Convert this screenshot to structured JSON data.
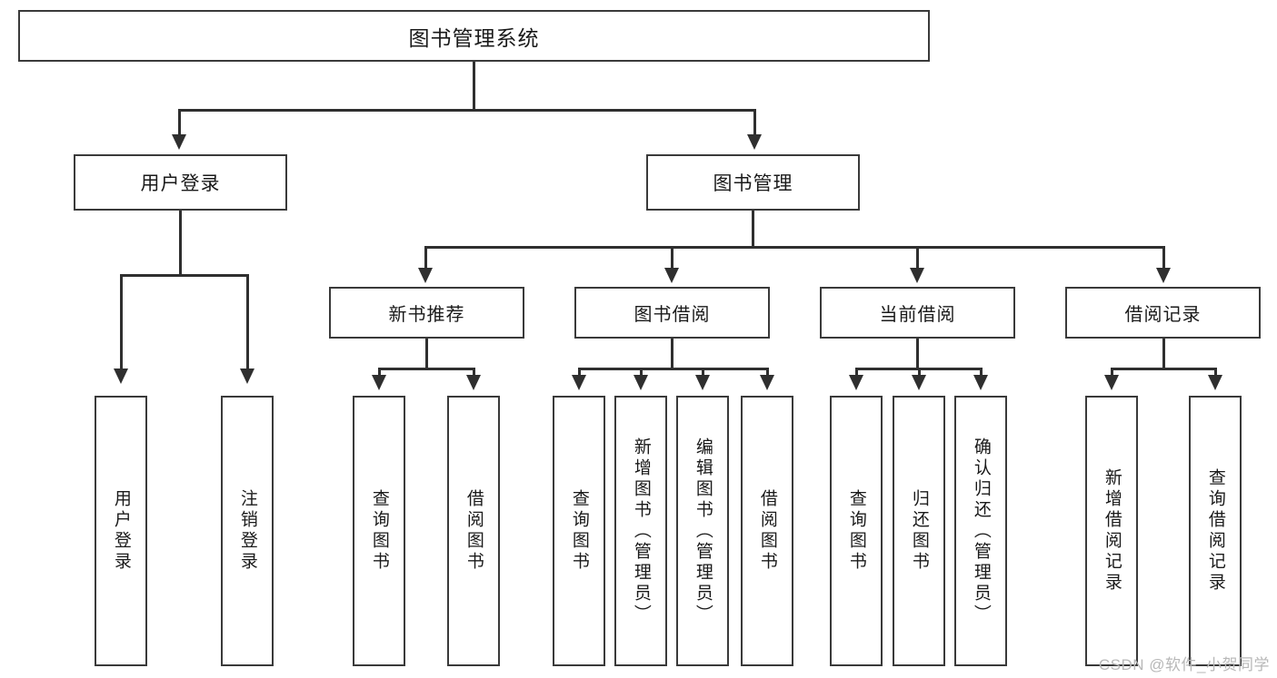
{
  "diagram": {
    "title": "图书管理系统",
    "type": "tree-hierarchy",
    "root": {
      "label": "图书管理系统"
    },
    "level2": [
      {
        "id": "user-login",
        "label": "用户登录"
      },
      {
        "id": "book-management",
        "label": "图书管理"
      }
    ],
    "level3": [
      {
        "id": "new-book-recommend",
        "label": "新书推荐",
        "parent": "book-management"
      },
      {
        "id": "book-borrow",
        "label": "图书借阅",
        "parent": "book-management"
      },
      {
        "id": "current-borrow",
        "label": "当前借阅",
        "parent": "book-management"
      },
      {
        "id": "borrow-record",
        "label": "借阅记录",
        "parent": "book-management"
      }
    ],
    "leaves": {
      "user_login": [
        {
          "id": "leaf-user-login",
          "label": "用户登录"
        },
        {
          "id": "leaf-user-logout",
          "label": "注销登录"
        }
      ],
      "new_book_recommend": [
        {
          "id": "leaf-query-book-1",
          "label": "查询图书"
        },
        {
          "id": "leaf-borrow-book-1",
          "label": "借阅图书"
        }
      ],
      "book_borrow": [
        {
          "id": "leaf-query-book-2",
          "label": "查询图书"
        },
        {
          "id": "leaf-add-book-admin",
          "label": "新增图书（管理员）"
        },
        {
          "id": "leaf-edit-book-admin",
          "label": "编辑图书（管理员）"
        },
        {
          "id": "leaf-borrow-book-2",
          "label": "借阅图书"
        }
      ],
      "current_borrow": [
        {
          "id": "leaf-query-book-3",
          "label": "查询图书"
        },
        {
          "id": "leaf-return-book",
          "label": "归还图书"
        },
        {
          "id": "leaf-confirm-return-admin",
          "label": "确认归还（管理员）"
        }
      ],
      "borrow_record": [
        {
          "id": "leaf-add-borrow-record",
          "label": "新增借阅记录"
        },
        {
          "id": "leaf-query-borrow-record",
          "label": "查询借阅记录"
        }
      ]
    }
  },
  "watermark": {
    "text": "CSDN @软件_小贺同学"
  },
  "colors": {
    "border": "#3a3a3a",
    "connector": "#2f2f2f",
    "background": "#ffffff",
    "text": "#1a1a1a",
    "watermark": "#b8b8b8"
  }
}
